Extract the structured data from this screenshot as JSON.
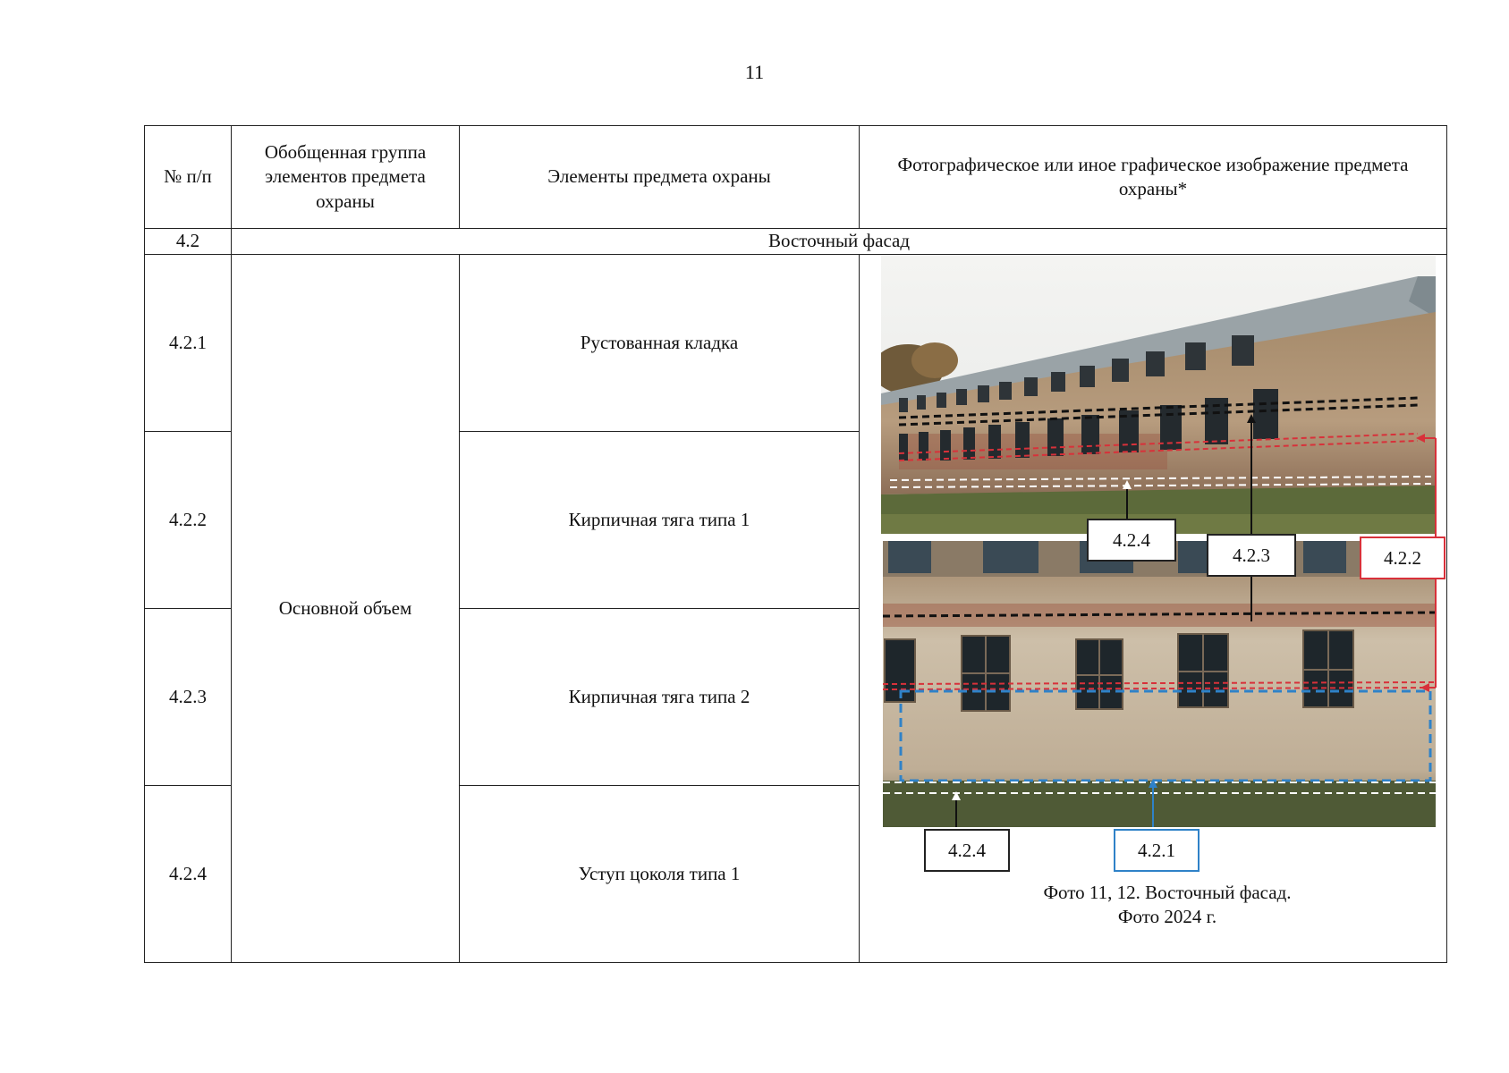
{
  "page_number": "11",
  "headers": {
    "num": "№ п/п",
    "group": "Обобщенная группа элементов предмета охраны",
    "elements": "Элементы предмета охраны",
    "image": "Фотографическое или иное графическое изображение предмета охраны*"
  },
  "section": {
    "num": "4.2",
    "title": "Восточный фасад"
  },
  "group_name": "Основной объем",
  "rows": [
    {
      "num": "4.2.1",
      "element": "Рустованная кладка"
    },
    {
      "num": "4.2.2",
      "element": "Кирпичная тяга типа 1"
    },
    {
      "num": "4.2.3",
      "element": "Кирпичная тяга типа 2"
    },
    {
      "num": "4.2.4",
      "element": "Уступ цоколя типа 1"
    }
  ],
  "photo_tags": {
    "top_plinth": "4.2.4",
    "brick_belt_2": "4.2.3",
    "brick_belt_1": "4.2.2",
    "bottom_plinth": "4.2.4",
    "rustication": "4.2.1"
  },
  "caption": {
    "line1": "Фото 11, 12. Восточный фасад.",
    "line2": "Фото 2024 г."
  },
  "colors": {
    "marker_red": "#d8313a",
    "marker_blue": "#2f82c8",
    "marker_white": "#ffffff",
    "marker_black": "#111111"
  }
}
